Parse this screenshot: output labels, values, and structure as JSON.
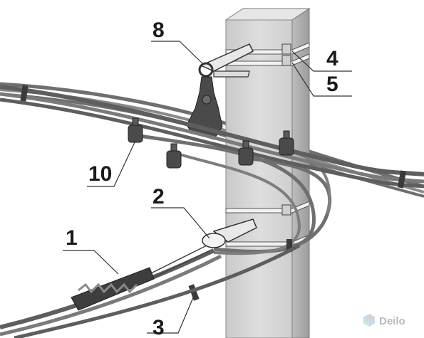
{
  "callouts": {
    "c1": "1",
    "c2": "2",
    "c3": "3",
    "c4": "4",
    "c5": "5",
    "c8": "8",
    "c10": "10"
  },
  "watermark": {
    "text": "Deilo"
  },
  "colors": {
    "pole_front": "#d4d4d4",
    "pole_side": "#a9a9a9",
    "pole_top": "#e6e6e6",
    "cable": "#6f6f6f",
    "hardware": "#4a4a4a",
    "background": "#ffffff"
  }
}
